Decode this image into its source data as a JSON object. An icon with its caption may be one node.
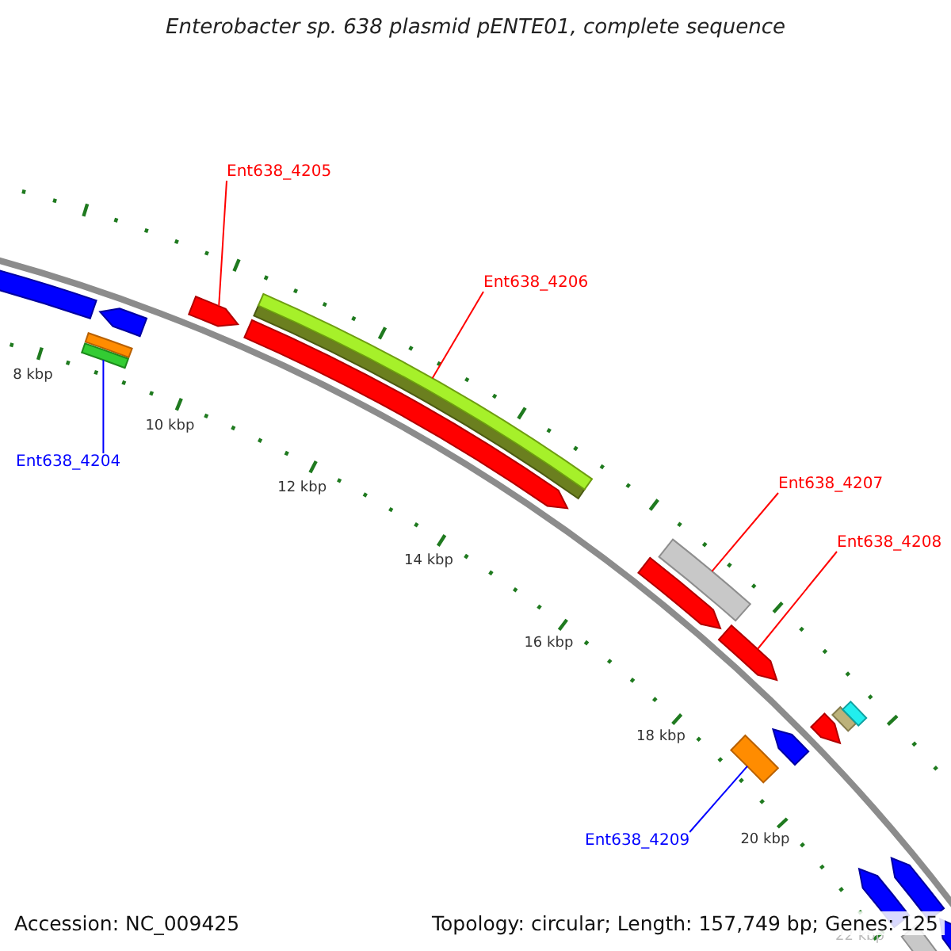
{
  "diagram": {
    "title": "Enterobacter sp. 638 plasmid pENTE01, complete sequence",
    "nodes": [
      {
        "text": [
          "Ent638_4205"
        ]
      },
      {
        "text": [
          "Ent638_4206"
        ]
      },
      {
        "text": [
          "Ent638_4204"
        ]
      },
      {
        "text": [
          "Ent638_4207"
        ]
      },
      {
        "text": [
          "Ent638_4208"
        ]
      },
      {
        "text": [
          "Ent638_4209"
        ]
      },
      {
        "text": [],
        "shape": "arrow"
      },
      {
        "text": [],
        "shape": "bar"
      },
      {
        "text": [],
        "shape": "bar"
      },
      {
        "text": [],
        "shape": "bar"
      },
      {
        "text": [],
        "shape": "arrow"
      },
      {
        "text": [],
        "shape": "bar"
      }
    ],
    "edges": [
      {
        "from": 0,
        "to": 6,
        "arrow": "none"
      },
      {
        "from": 1,
        "to": 7,
        "arrow": "none"
      },
      {
        "from": 2,
        "to": 8,
        "arrow": "none",
        "color": "#0000ff"
      },
      {
        "from": 3,
        "to": 9,
        "arrow": "none"
      },
      {
        "from": 4,
        "to": 10,
        "arrow": "none"
      },
      {
        "from": 5,
        "to": 11,
        "arrow": "none",
        "color": "#0000ff"
      }
    ],
    "labels": [
      "8 kbp",
      "10 kbp",
      "12 kbp",
      "14 kbp",
      "16 kbp",
      "18 kbp",
      "20 kbp",
      "22 kbp",
      "Accession: NC_009425",
      "Topology: circular; Length: 157,749 bp; Genes: 125"
    ]
  }
}
